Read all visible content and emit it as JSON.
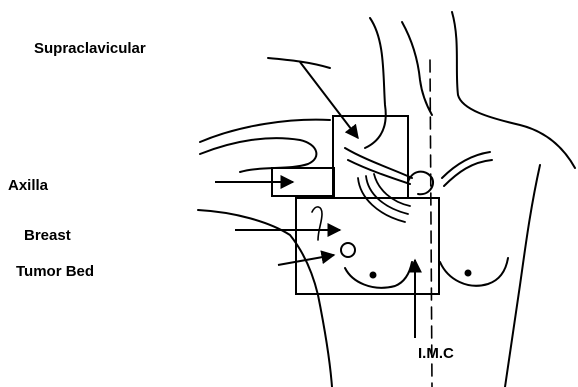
{
  "labels": {
    "supraclavicular": "Supraclavicular",
    "axilla": "Axilla",
    "breast": "Breast",
    "tumor_bed": "Tumor Bed",
    "imc": "I.M.C"
  },
  "colors": {
    "ink": "#000000",
    "background": "#ffffff"
  }
}
